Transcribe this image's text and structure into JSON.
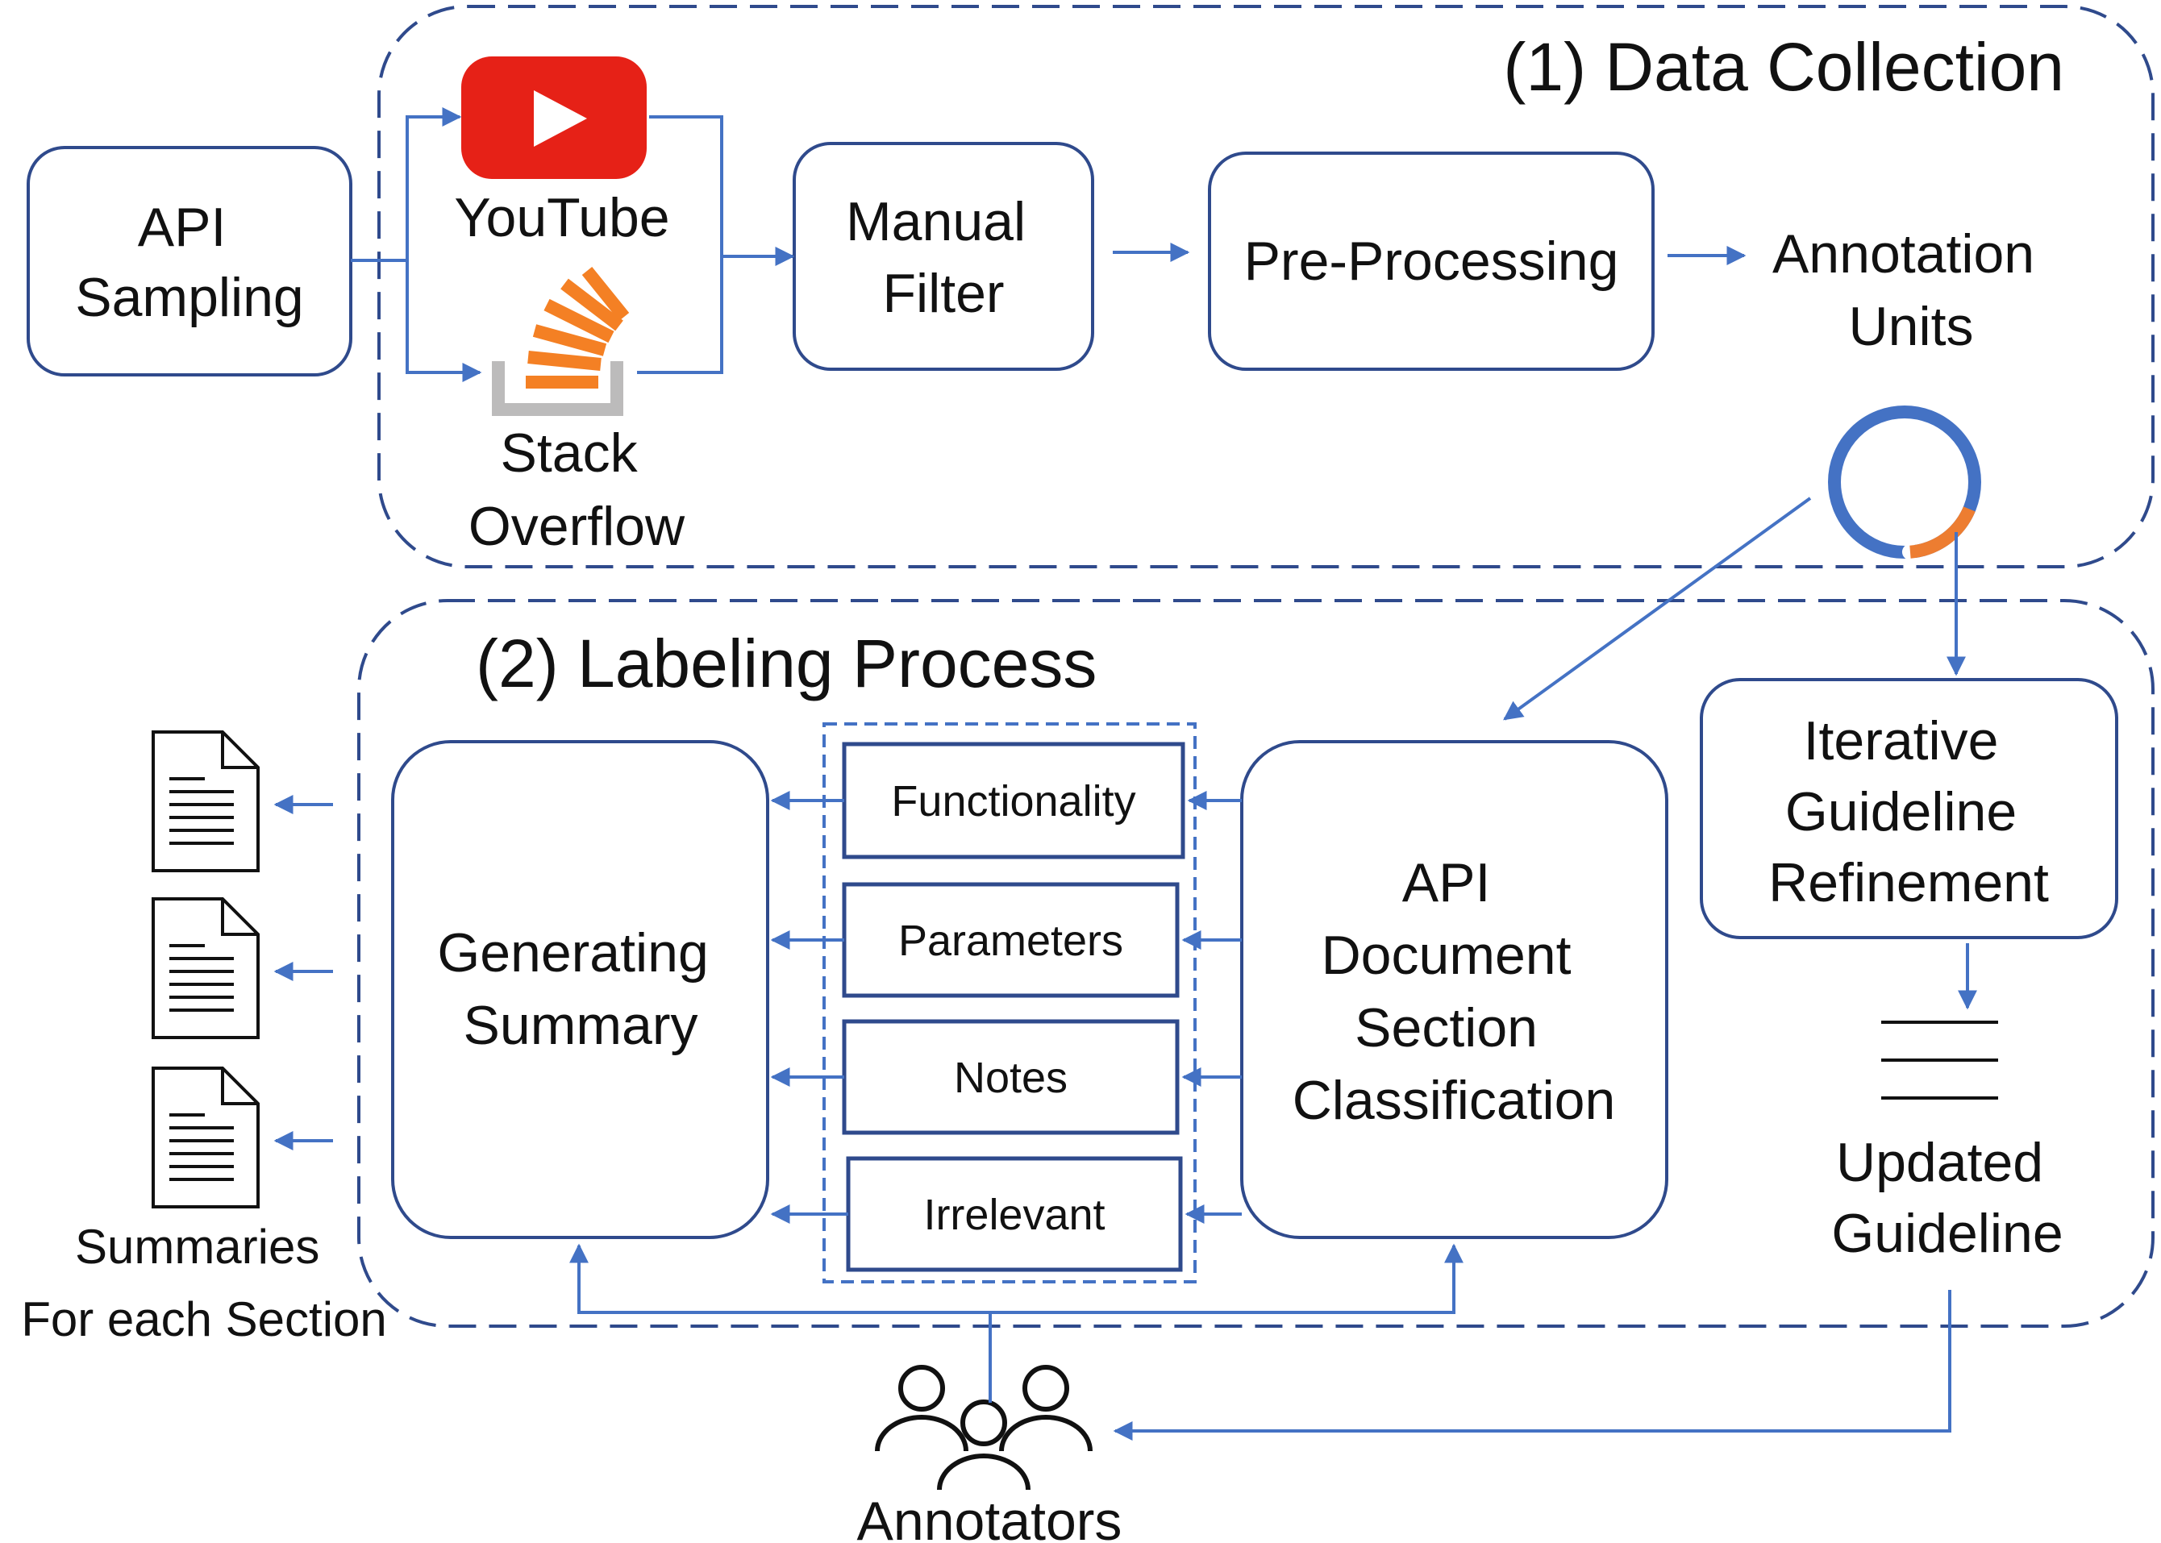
{
  "colors": {
    "blue": "#4472c4",
    "border": "#2f4a8c",
    "youtube_red": "#e62117",
    "so_orange": "#f48024",
    "so_gray": "#bcbbbb",
    "donut_orange": "#ed7d31"
  },
  "sections": {
    "data_collection": "(1) Data Collection",
    "labeling_process": "(2) Labeling Process"
  },
  "nodes": {
    "api_sampling": [
      "API",
      "Sampling"
    ],
    "youtube": "YouTube",
    "stack_overflow": [
      "Stack",
      "Overflow"
    ],
    "manual_filter": [
      "Manual",
      "Filter"
    ],
    "pre_processing": "Pre-Processing",
    "annotation_units": [
      "Annotation",
      "Units"
    ],
    "iterative_refinement": [
      "Iterative",
      "Guideline",
      "Refinement"
    ],
    "updated_guideline": [
      "Updated",
      "Guideline"
    ],
    "classification": [
      "API",
      "Document",
      "Section",
      "Classification"
    ],
    "generating_summary": [
      "Generating",
      "Summary"
    ],
    "summaries": [
      "Summaries",
      "For each Section"
    ],
    "annotators": "Annotators"
  },
  "categories": [
    "Functionality",
    "Parameters",
    "Notes",
    "Irrelevant"
  ],
  "icons": {
    "youtube": "youtube-logo-icon",
    "stack_overflow": "stack-overflow-logo-icon",
    "progress": "donut-progress-icon",
    "document": "document-icon",
    "guideline": "guideline-lines-icon",
    "people": "people-group-icon"
  },
  "annotation_progress": 0.2
}
